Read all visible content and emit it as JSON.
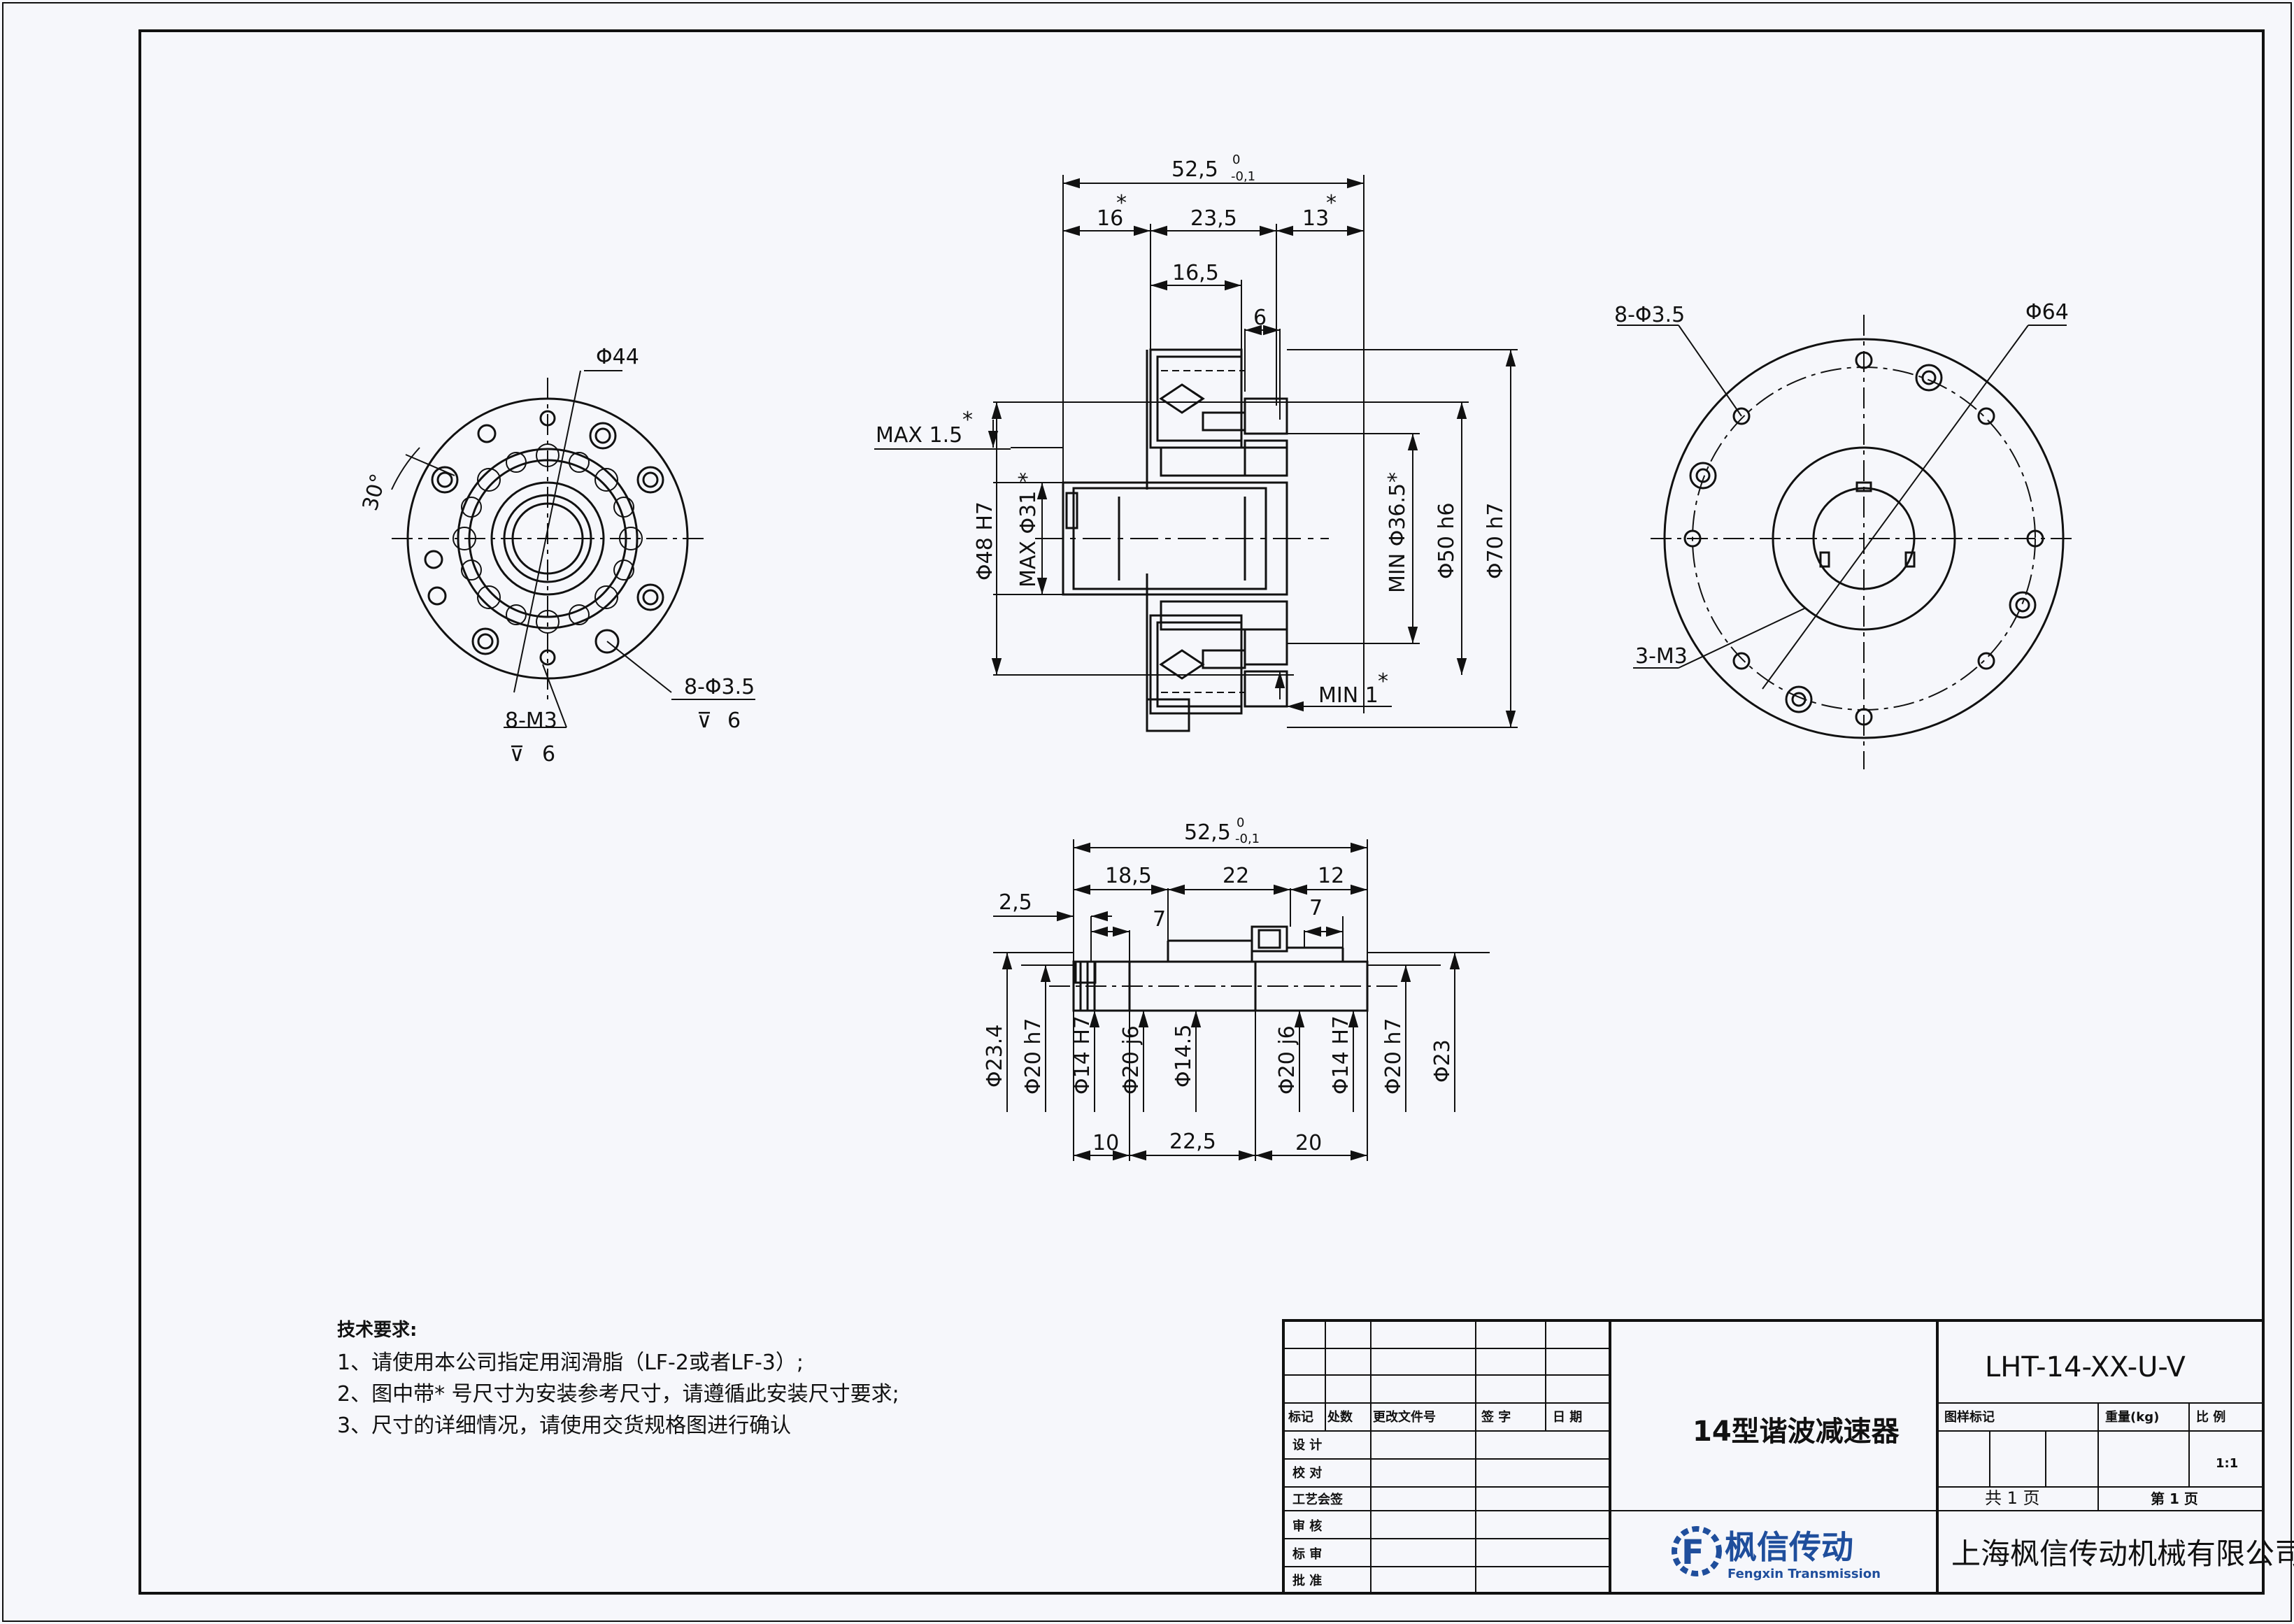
{
  "drawing": {
    "left_view": {
      "dia_outer": "Φ44",
      "angle": "30°",
      "holes_a": "8-M3",
      "holes_a_depth": "6",
      "holes_b": "8-Φ3.5",
      "holes_b_depth": "6"
    },
    "section_view": {
      "total": "52,5",
      "total_tol_upper": "0",
      "total_tol_lower": "-0,1",
      "d16": "16",
      "d23_5": "23,5",
      "d13": "13",
      "d16_5": "16,5",
      "d6": "6",
      "max_1_5": "MAX 1.5",
      "min_1": "MIN 1",
      "dia48": "Φ48 H7",
      "dia31": "MAX Φ31",
      "dia36_5": "MIN Φ36.5",
      "dia50": "Φ50 h6",
      "dia70": "Φ70 h7",
      "star": "*"
    },
    "right_view": {
      "holes": "8-Φ3.5",
      "dia64": "Φ64",
      "m3": "3-M3"
    },
    "shaft_view": {
      "total": "52,5",
      "total_tol_upper": "0",
      "total_tol_lower": "-0,1",
      "d18_5": "18,5",
      "d22": "22",
      "d12": "12",
      "d2_5": "2,5",
      "d7a": "7",
      "d7b": "7",
      "d10": "10",
      "d22_5": "22,5",
      "d20": "20",
      "dia23_4": "Φ23.4",
      "dia20h7a": "Φ20 h7",
      "dia14h7a": "Φ14 H7",
      "dia20j6a": "Φ20 j6",
      "dia14_5": "Φ14.5",
      "dia20j6b": "Φ20 j6",
      "dia14h7b": "Φ14 H7",
      "dia20h7b": "Φ20 h7",
      "dia23": "Φ23"
    }
  },
  "tech_requirements": {
    "title": "技术要求:",
    "items": [
      "1、请使用本公司指定用润滑脂（LF-2或者LF-3）;",
      "2、图中带* 号尺寸为安装参考尺寸，请遵循此安装尺寸要求;",
      "3、尺寸的详细情况，请使用交货规格图进行确认"
    ]
  },
  "title_block": {
    "rev_headers": [
      "标记",
      "处数",
      "更改文件号",
      "签 字",
      "日 期"
    ],
    "roles": [
      "设 计",
      "校 对",
      "工艺会签",
      "审 核",
      "标 审",
      "批 准"
    ],
    "product_name": "14型谐波减速器",
    "drawing_no": "LHT-14-XX-U-V",
    "attr_headers": [
      "图样标记",
      "重量(kg)",
      "比 例"
    ],
    "scale": "1:1",
    "sheets_total": "共 1 页",
    "sheet_no": "第 1 页",
    "logo_text": "枫信传动",
    "logo_en": "Fengxin Transmission",
    "company": "上海枫信传动机械有限公司"
  },
  "colors": {
    "ink": "#111111",
    "paper": "#f6f7fb",
    "logo_blue": "#1f4e9c"
  }
}
